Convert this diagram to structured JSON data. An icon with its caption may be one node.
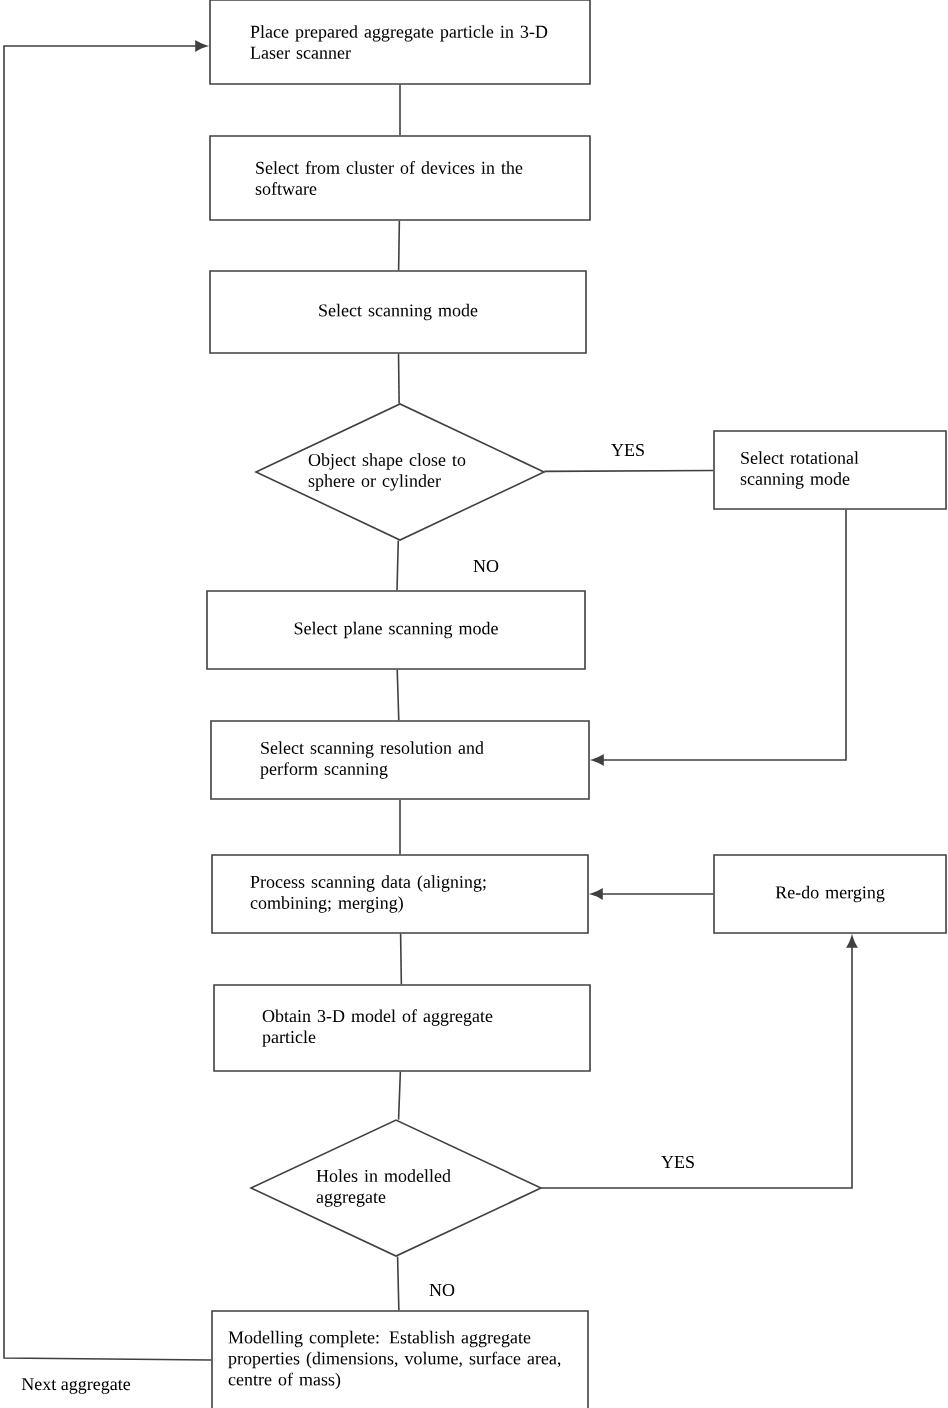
{
  "diagram": {
    "nodes": [
      {
        "text": [
          "Place prepared aggregate particle in 3-D Laser scanner"
        ]
      },
      {
        "text": [
          "Select from cluster of devices in the software"
        ]
      },
      {
        "text": [
          "Select scanning mode"
        ]
      },
      {
        "text": [
          "Object shape close to sphere or cylinder"
        ]
      },
      {
        "text": [
          "Select rotational scanning mode"
        ]
      },
      {
        "text": [
          "Select plane  scanning mode"
        ]
      },
      {
        "text": [
          "Select scanning resolution and perform scanning"
        ]
      },
      {
        "text": [
          "Process scanning data (aligning; combining; merging)"
        ]
      },
      {
        "text": [
          "Re-do merging"
        ]
      },
      {
        "text": [
          "Obtain 3-D model of aggregate particle"
        ]
      },
      {
        "text": [
          "Holes in modelled aggregate"
        ]
      },
      {
        "text": [
          "Modelling complete: Establish aggregate properties (dimensions, volume, surface area, centre of mass)"
        ]
      }
    ],
    "edges": [
      {
        "from": 0,
        "to": 1,
        "arrow": "none"
      },
      {
        "from": 1,
        "to": 2,
        "arrow": "none"
      },
      {
        "from": 2,
        "to": 3,
        "arrow": "none"
      },
      {
        "from": 3,
        "to": 4,
        "arrow": "none",
        "label": "YES"
      },
      {
        "from": 3,
        "to": 5,
        "arrow": "none",
        "label": "NO"
      },
      {
        "from": 4,
        "to": 6,
        "arrow": "to"
      },
      {
        "from": 5,
        "to": 6,
        "arrow": "none"
      },
      {
        "from": 6,
        "to": 7,
        "arrow": "none"
      },
      {
        "from": 8,
        "to": 7,
        "arrow": "to"
      },
      {
        "from": 7,
        "to": 9,
        "arrow": "none"
      },
      {
        "from": 9,
        "to": 10,
        "arrow": "none"
      },
      {
        "from": 10,
        "to": 8,
        "arrow": "to",
        "label": "YES"
      },
      {
        "from": 10,
        "to": 11,
        "arrow": "none",
        "label": "NO"
      },
      {
        "from": 11,
        "to": 0,
        "arrow": "to",
        "label": "Next aggregate"
      }
    ]
  }
}
